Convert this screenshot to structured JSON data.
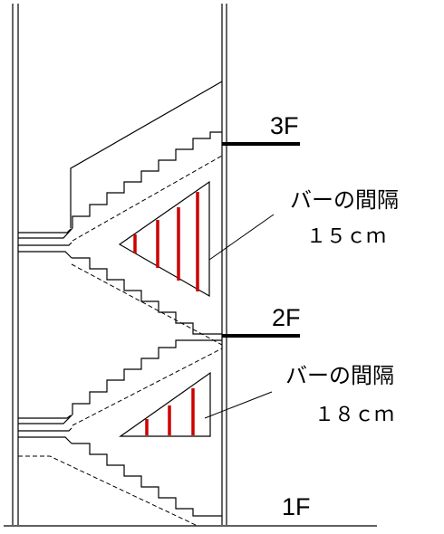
{
  "floors": {
    "third": "3F",
    "second": "2F",
    "first": "1F"
  },
  "upper_section": {
    "label": "バーの間隔",
    "spacing": "１５ｃｍ"
  },
  "lower_section": {
    "label": "バーの間隔",
    "spacing": "１８ｃｍ"
  },
  "colors": {
    "line": "#000000",
    "bar": "#cc0000"
  }
}
